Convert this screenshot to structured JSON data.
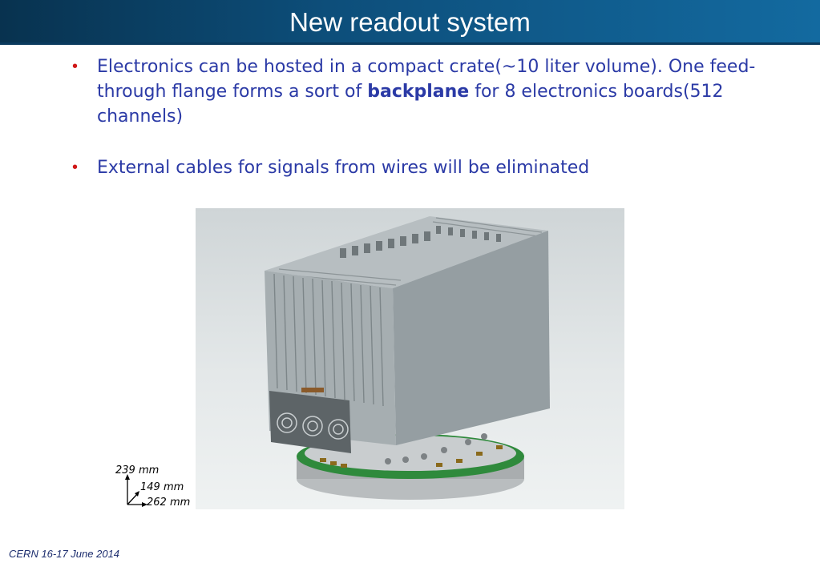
{
  "slide": {
    "title": "New readout system",
    "bullets": [
      {
        "segments": [
          {
            "text": "Electronics can be hosted in a compact crate(~10 liter volume). One feed-through flange forms a sort of ",
            "bold": false
          },
          {
            "text": "backplane",
            "bold": true
          },
          {
            "text": " for 8 electronics boards(512 channels)",
            "bold": false
          }
        ]
      },
      {
        "segments": [
          {
            "text": "External cables for signals from wires will be eliminated",
            "bold": false
          }
        ]
      }
    ],
    "bullet_glyph": "•",
    "dimensions": {
      "height": "239 mm",
      "depth": "149 mm",
      "width": "262 mm"
    },
    "footer": "CERN 16-17 June 2014"
  },
  "colors": {
    "title_bar": "#0d4e7a",
    "text": "#2b3aa6",
    "bullet": "#d01818",
    "flange": "#2f8a3c"
  }
}
